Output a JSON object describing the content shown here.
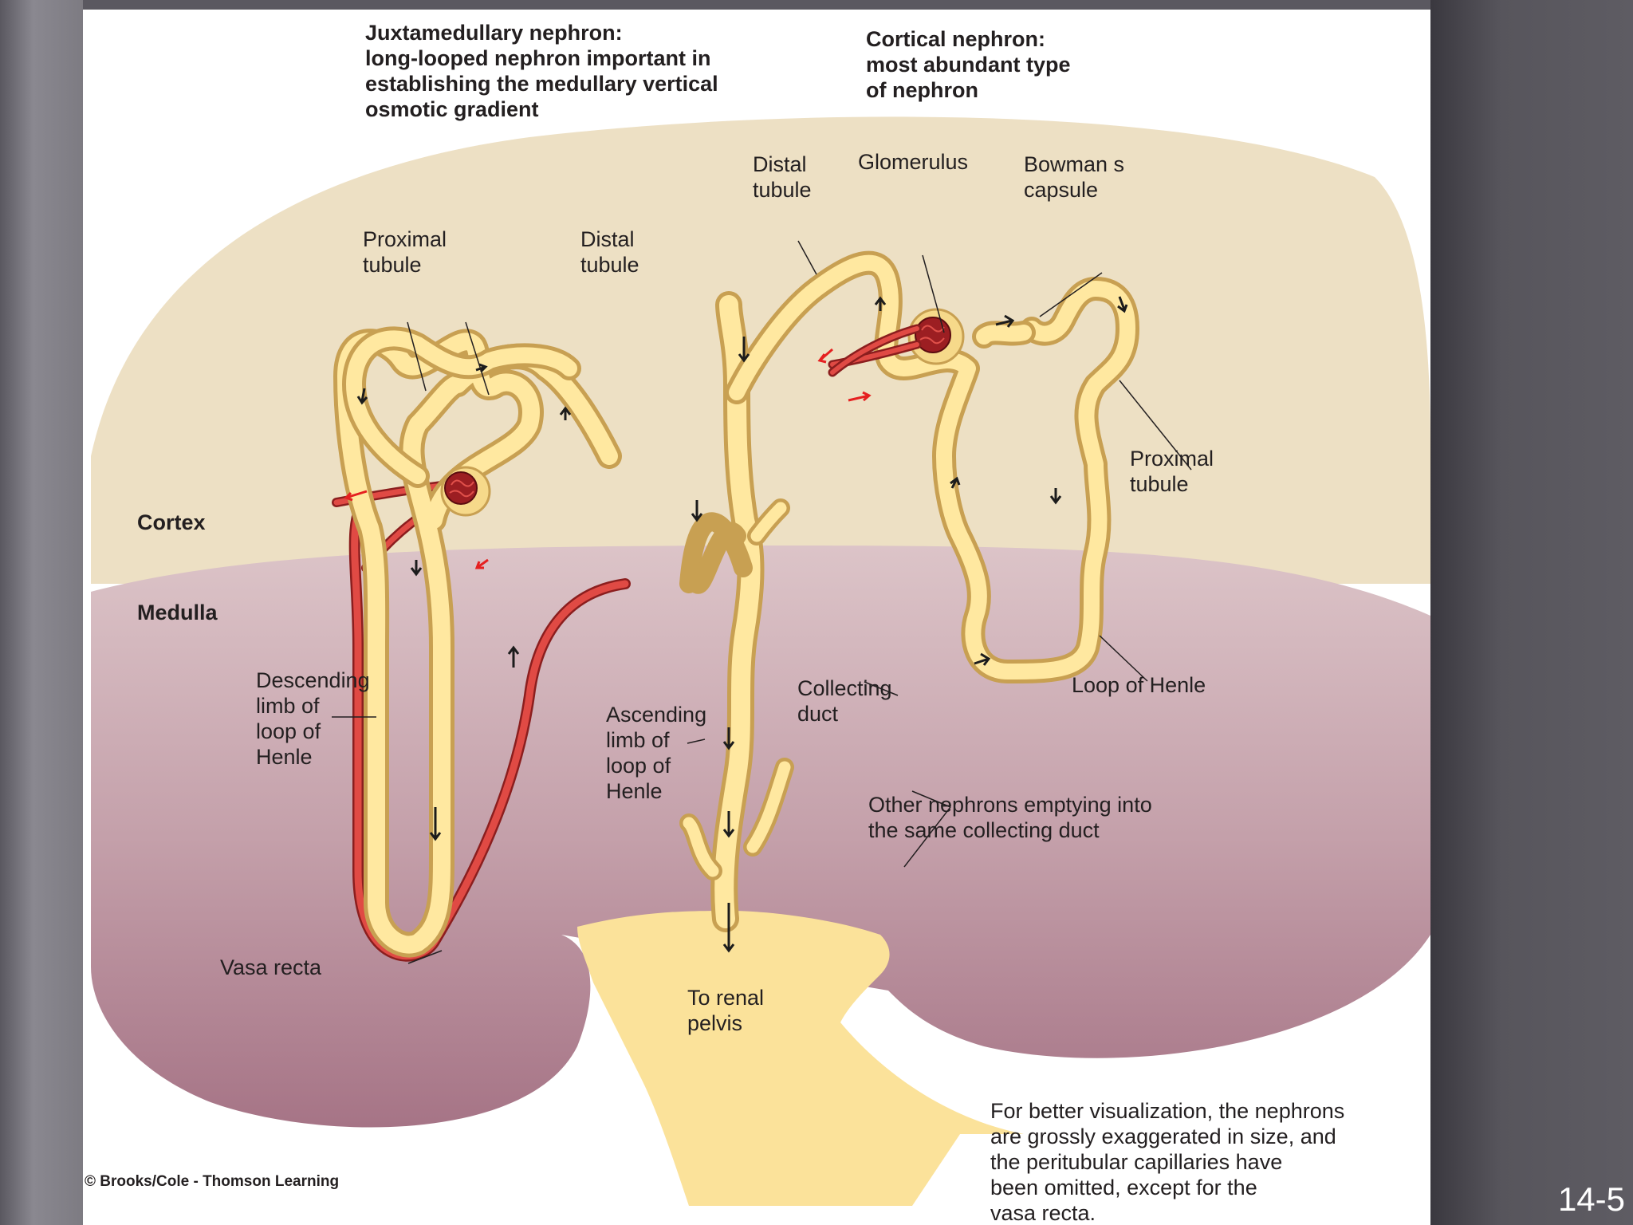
{
  "headings": {
    "juxtamedullary": [
      "Juxtamedullary nephron:",
      "long-looped nephron important in",
      "establishing the medullary vertical",
      "osmotic gradient"
    ],
    "cortical": [
      "Cortical nephron:",
      "most abundant type",
      "of nephron"
    ]
  },
  "regions": {
    "cortex": "Cortex",
    "medulla": "Medulla"
  },
  "labels": {
    "distal_tubule_top": [
      "Distal",
      "tubule"
    ],
    "glomerulus": [
      "Glomerulus"
    ],
    "bowmans_capsule": [
      "Bowman   s",
      "capsule"
    ],
    "proximal_tubule_left": [
      "Proximal",
      "tubule"
    ],
    "distal_tubule_left": [
      "Distal",
      "tubule"
    ],
    "proximal_tubule_right": [
      "Proximal",
      "tubule"
    ],
    "descending_limb": [
      "Descending",
      "limb of",
      "loop of",
      "Henle"
    ],
    "ascending_limb": [
      "Ascending",
      "limb of",
      "loop of",
      "Henle"
    ],
    "collecting_duct": [
      "Collecting",
      "duct"
    ],
    "loop_of_henle": [
      "Loop of Henle"
    ],
    "other_nephrons": [
      "Other nephrons emptying into",
      "the same collecting duct"
    ],
    "vasa_recta": [
      "Vasa recta"
    ],
    "renal_pelvis": [
      "To renal",
      "pelvis"
    ]
  },
  "note": [
    "For better visualization, the nephrons",
    "are grossly exaggerated in size, and",
    "the peritubular capillaries have",
    "been omitted, except for the",
    "vasa recta."
  ],
  "copyright": "© Brooks/Cole - Thomson Learning",
  "slide_number": "14-5",
  "colors": {
    "cortex": "#ede0c4",
    "medulla_top": "#d6bcc4",
    "medulla_bottom": "#a8788a",
    "tubule": "#fde69a",
    "vessel": "#d9443e"
  }
}
